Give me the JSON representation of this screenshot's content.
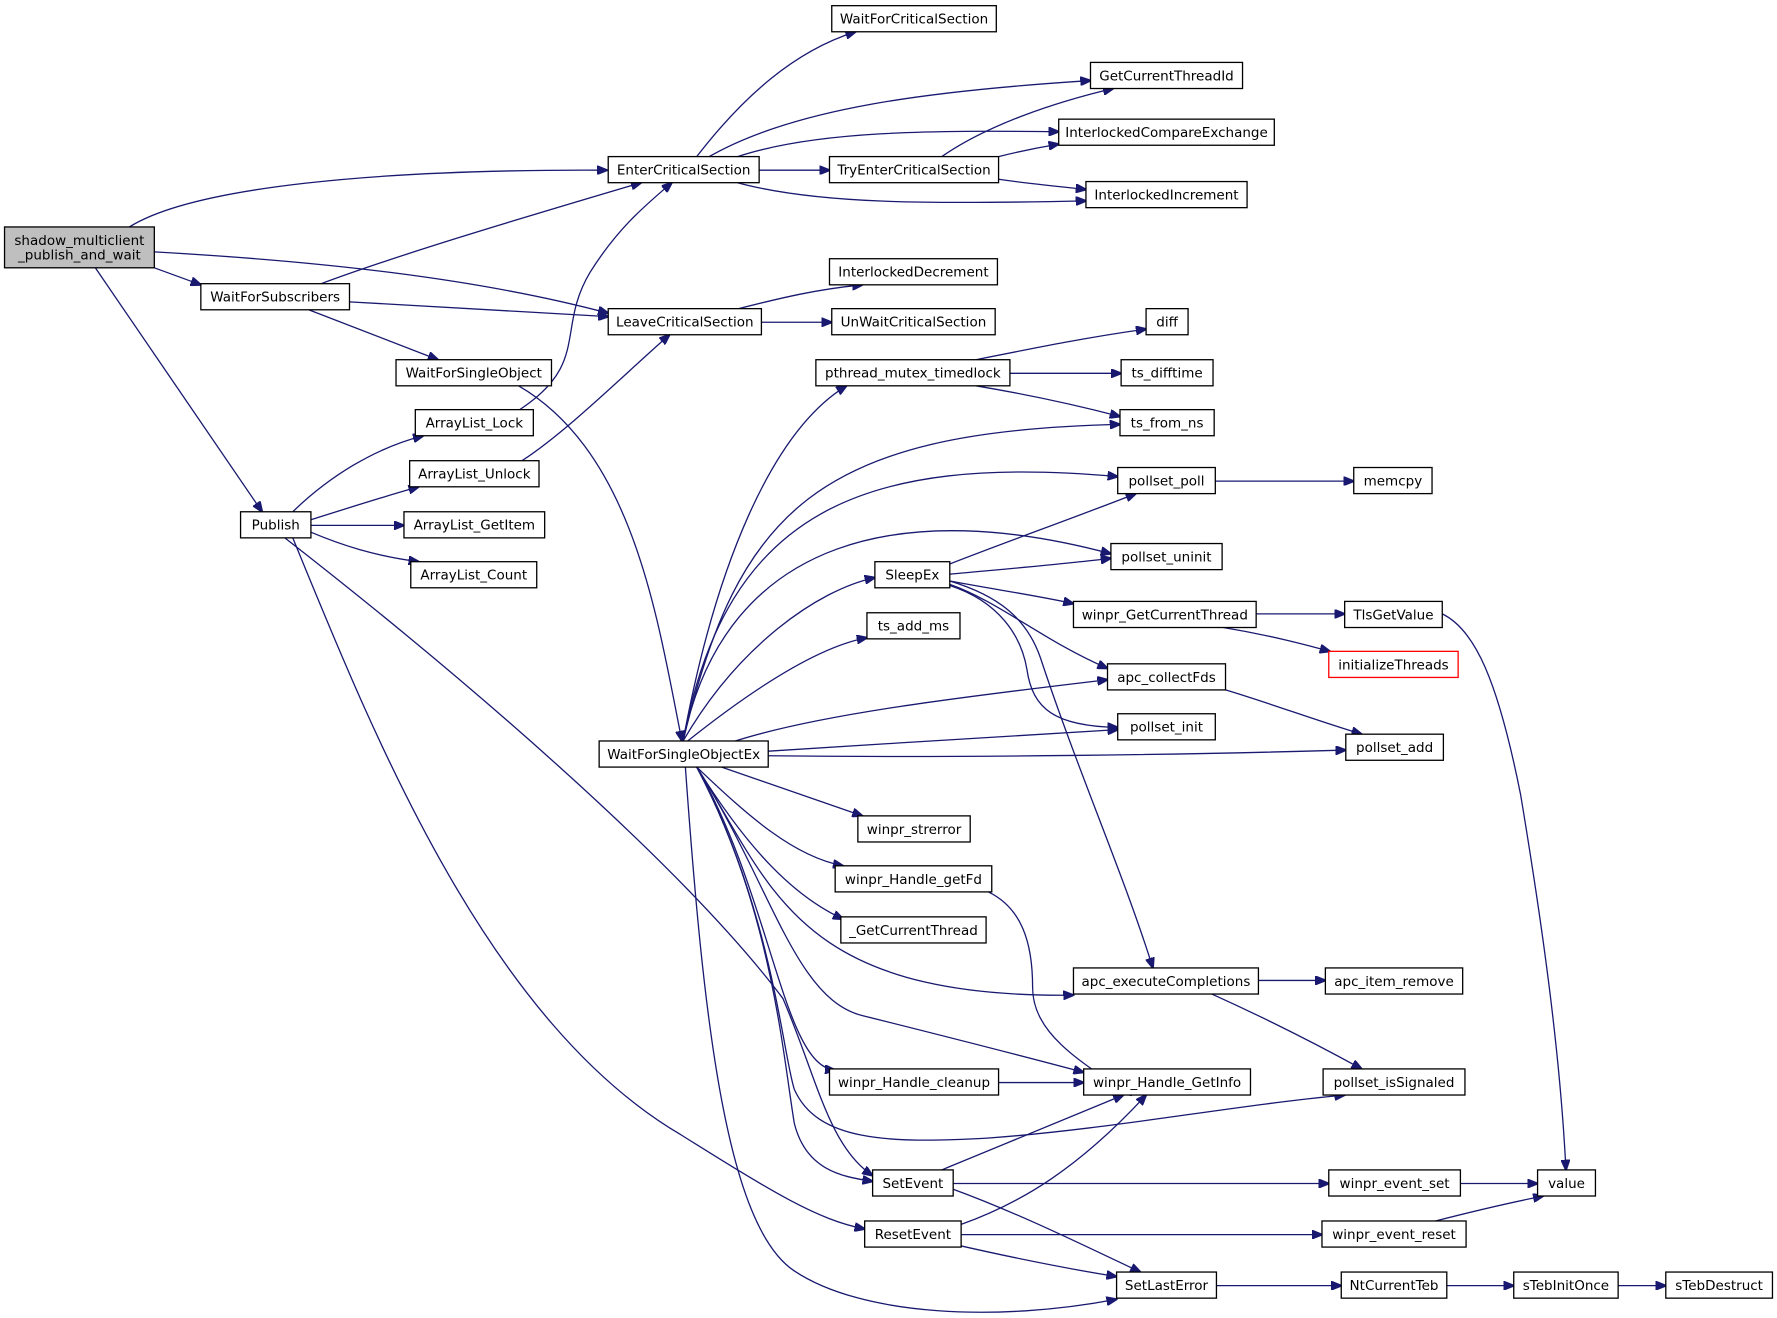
{
  "diagram": {
    "type": "call-graph",
    "root": "shadow_multiclient_publish_and_wait",
    "colors": {
      "edge": "#191970",
      "node_border": "#000000",
      "root_fill": "#bfbfbf",
      "incomplete_border": "#ff0000"
    },
    "nodes": {
      "root": {
        "lines": [
          "shadow_multiclient",
          "_publish_and_wait"
        ]
      },
      "enter_cs": {
        "label": "EnterCriticalSection"
      },
      "wait_subs": {
        "label": "WaitForSubscribers"
      },
      "leave_cs": {
        "label": "LeaveCriticalSection"
      },
      "publish": {
        "label": "Publish"
      },
      "wait_cs": {
        "label": "WaitForCriticalSection"
      },
      "get_tid": {
        "label": "GetCurrentThreadId"
      },
      "icx": {
        "label": "InterlockedCompareExchange"
      },
      "try_enter": {
        "label": "TryEnterCriticalSection"
      },
      "inc": {
        "label": "InterlockedIncrement"
      },
      "dec": {
        "label": "InterlockedDecrement"
      },
      "unwait": {
        "label": "UnWaitCriticalSection"
      },
      "wfso": {
        "label": "WaitForSingleObject"
      },
      "al_lock": {
        "label": "ArrayList_Lock"
      },
      "al_unlock": {
        "label": "ArrayList_Unlock"
      },
      "al_getitem": {
        "label": "ArrayList_GetItem"
      },
      "al_count": {
        "label": "ArrayList_Count"
      },
      "wfsoex": {
        "label": "WaitForSingleObjectEx"
      },
      "ptm": {
        "label": "pthread_mutex_timedlock"
      },
      "diff": {
        "label": "diff"
      },
      "difftime": {
        "label": "ts_difftime"
      },
      "fromns": {
        "label": "ts_from_ns"
      },
      "ppoll": {
        "label": "pollset_poll"
      },
      "memcpy": {
        "label": "memcpy"
      },
      "puninit": {
        "label": "pollset_uninit"
      },
      "sleepex": {
        "label": "SleepEx"
      },
      "wgct": {
        "label": "winpr_GetCurrentThread"
      },
      "tls": {
        "label": "TlsGetValue"
      },
      "initth": {
        "label": "initializeThreads"
      },
      "addms": {
        "label": "ts_add_ms"
      },
      "acf": {
        "label": "apc_collectFds"
      },
      "pinit": {
        "label": "pollset_init"
      },
      "padd": {
        "label": "pollset_add"
      },
      "strerr": {
        "label": "winpr_strerror"
      },
      "hgetfd": {
        "label": "winpr_Handle_getFd"
      },
      "gct": {
        "label": "_GetCurrentThread"
      },
      "aec": {
        "label": "apc_executeCompletions"
      },
      "air": {
        "label": "apc_item_remove"
      },
      "hcleanup": {
        "label": "winpr_Handle_cleanup"
      },
      "hgetinfo": {
        "label": "winpr_Handle_GetInfo"
      },
      "pissig": {
        "label": "pollset_isSignaled"
      },
      "setevent": {
        "label": "SetEvent"
      },
      "evset": {
        "label": "winpr_event_set"
      },
      "value": {
        "label": "value"
      },
      "resetevent": {
        "label": "ResetEvent"
      },
      "evreset": {
        "label": "winpr_event_reset"
      },
      "setlasterr": {
        "label": "SetLastError"
      },
      "ntteb": {
        "label": "NtCurrentTeb"
      },
      "stebinit": {
        "label": "sTebInitOnce"
      },
      "stebdestr": {
        "label": "sTebDestruct"
      }
    }
  }
}
